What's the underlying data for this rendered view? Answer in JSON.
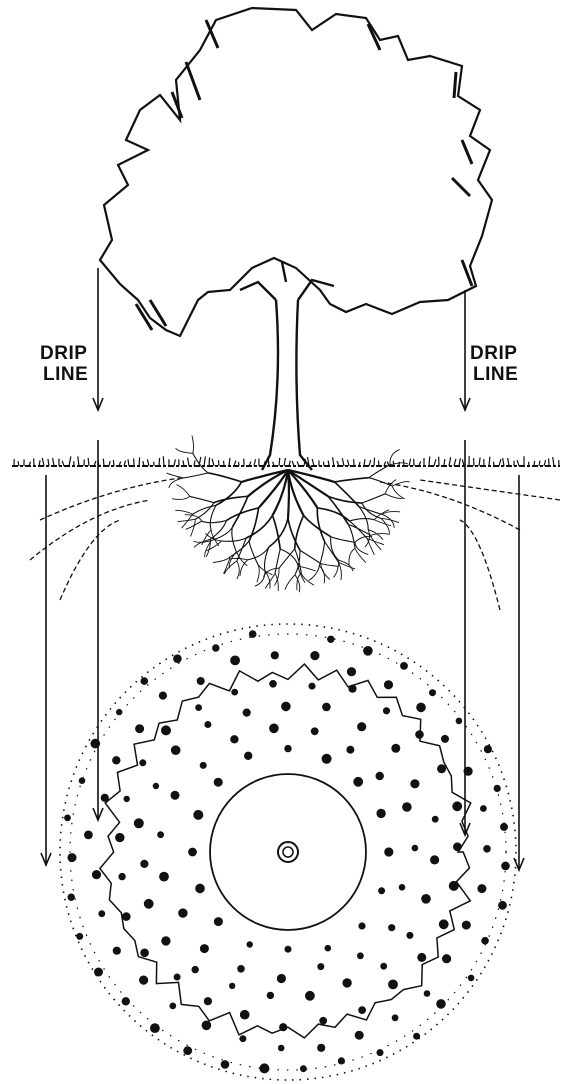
{
  "labels": {
    "left": {
      "line1": "DRIP",
      "line2": "LINE"
    },
    "right": {
      "line1": "DRIP",
      "line2": "LINE"
    }
  },
  "colors": {
    "ink": "#111111",
    "background": "#ffffff"
  }
}
